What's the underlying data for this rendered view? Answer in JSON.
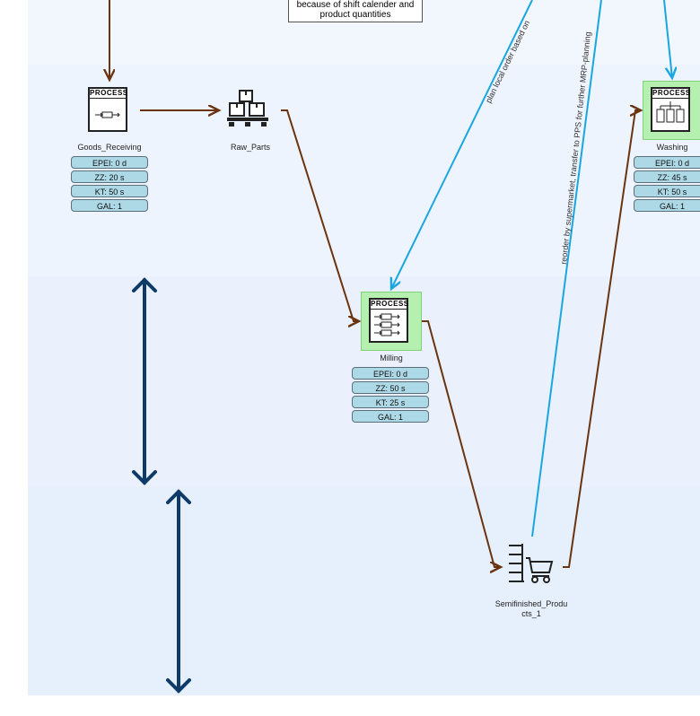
{
  "note": {
    "line1": "because of shift calender and",
    "line2": "product quantities"
  },
  "process_title": "PROCESS",
  "nodes": {
    "goods_receiving": {
      "name": "Goods_Receiving",
      "epei": "EPEI: 0 d",
      "zz": "ZZ: 20 s",
      "kt": "KT: 50 s",
      "gal": "GAL: 1"
    },
    "raw_parts": {
      "name": "Raw_Parts"
    },
    "milling": {
      "name": "Milling",
      "epei": "EPEI: 0 d",
      "zz": "ZZ: 50 s",
      "kt": "KT: 25 s",
      "gal": "GAL: 1"
    },
    "washing": {
      "name": "Washing",
      "epei": "EPEI: 0 d",
      "zz": "ZZ: 45 s",
      "kt": "KT: 50 s",
      "gal": "GAL: 1"
    },
    "semifinished": {
      "name_line1": "Semifinished_Produ",
      "name_line2": "cts_1"
    }
  },
  "edge_labels": {
    "plan_local": "plan local order based on",
    "reorder": "reorder by supermarket, transfer to PPS for further MRP-planning"
  },
  "colors": {
    "material_flow": "#6b3410",
    "info_flow": "#1aa6e0",
    "swimlane_arrow": "#0d3a66",
    "highlight": "#b5f0b0"
  }
}
